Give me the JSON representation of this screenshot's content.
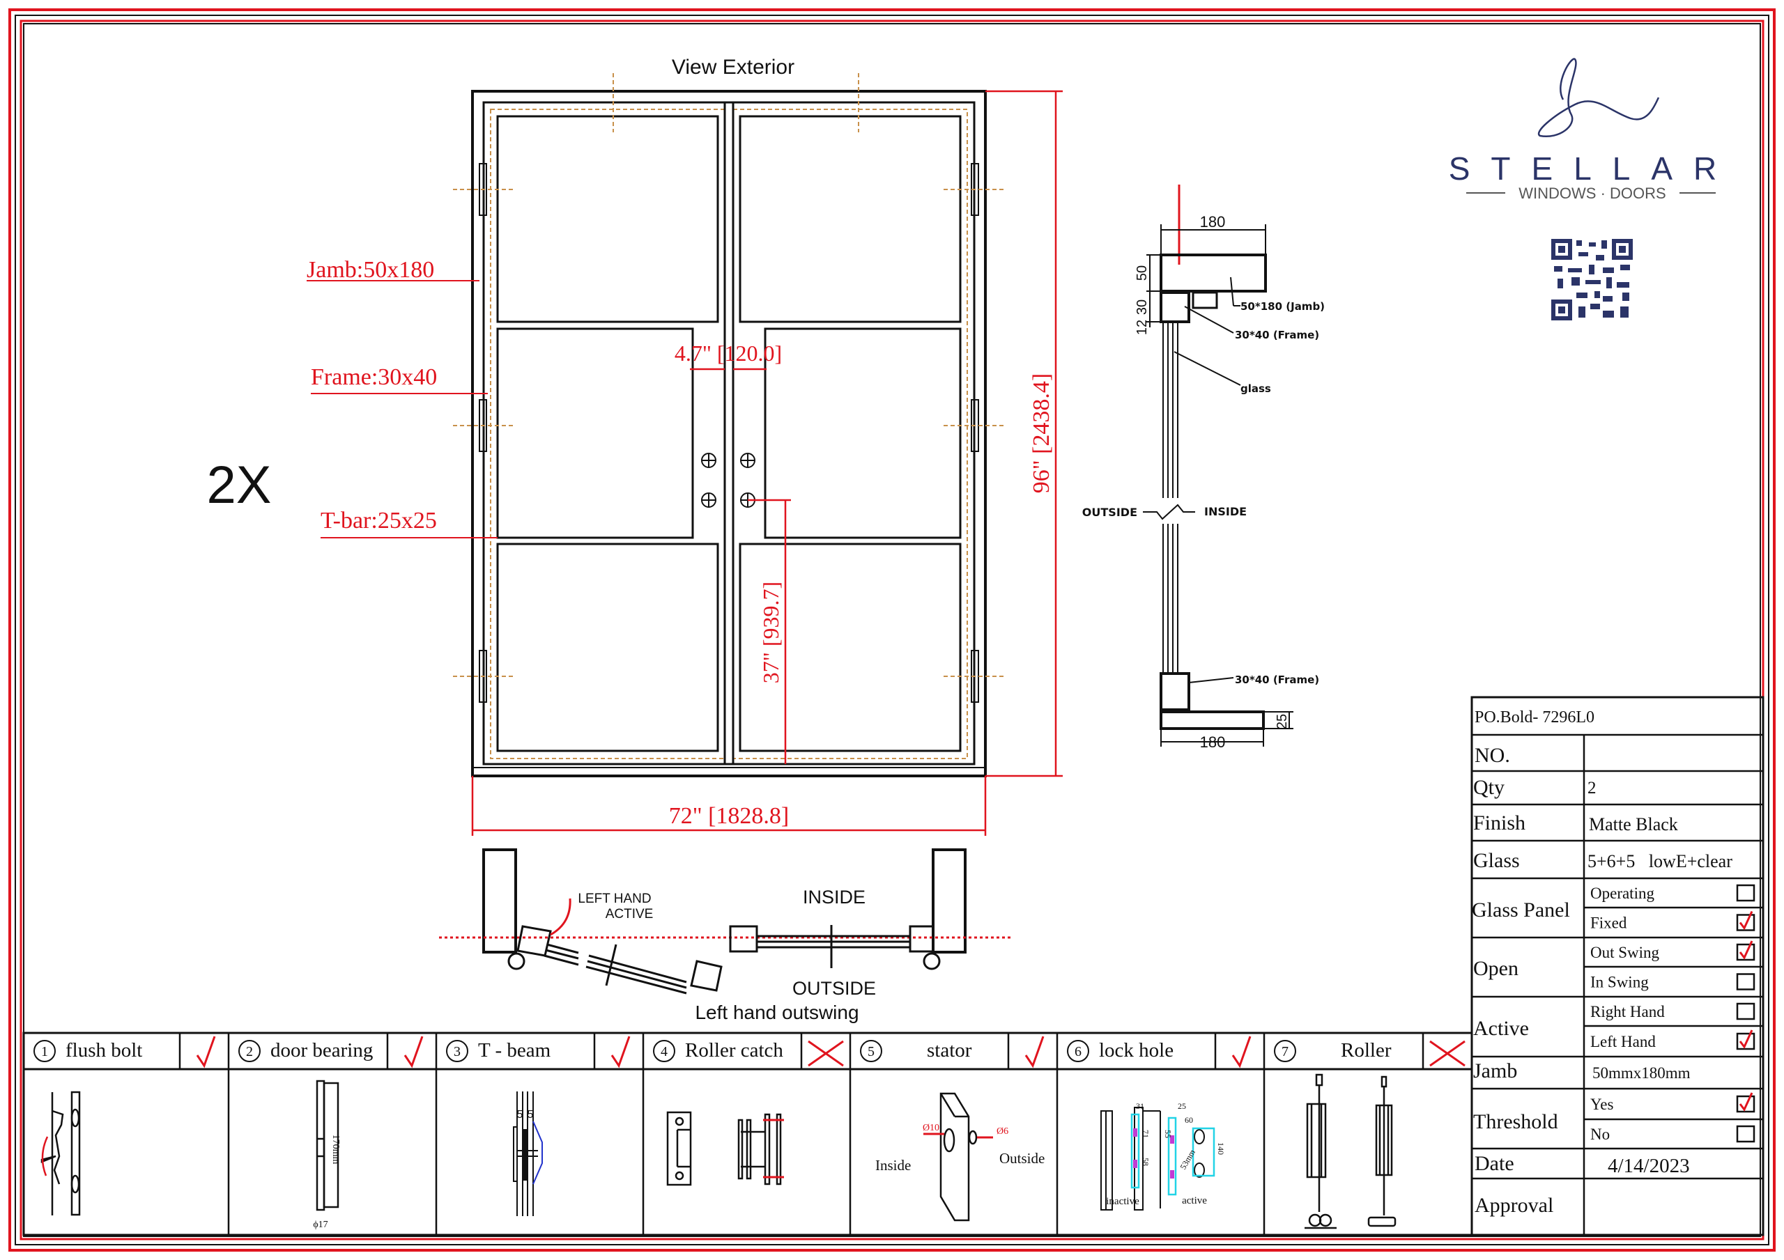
{
  "header": {
    "view_title": "View Exterior",
    "quantity_mark": "2X"
  },
  "brand": {
    "name": "STELLAR",
    "tagline": "WINDOWS · DOORS",
    "logo_icon": "script-s-logo",
    "qr_icon": "qr-code"
  },
  "elevation": {
    "labels": {
      "jamb": "Jamb:50x180",
      "frame": "Frame:30x40",
      "tbar": "T-bar:25x25"
    },
    "dimensions": {
      "height": "96\" [2438.4]",
      "width": "72\" [1828.8]",
      "mullion": "4.7\" [120.0]",
      "handle_height": "37\" [939.7]"
    }
  },
  "section": {
    "top_width": "180",
    "dim_50": "50",
    "dim_30": "30",
    "dim_12": "12",
    "jamb_label": "50*180 (Jamb)",
    "frame_label": "30*40  (Frame)",
    "glass_label": "glass",
    "outside": "OUTSIDE",
    "inside": "INSIDE",
    "bottom_frame_label": "30*40 (Frame)",
    "threshold_height": "25",
    "bottom_width": "180"
  },
  "plan": {
    "active_label_1": "LEFT HAND",
    "active_label_2": "ACTIVE",
    "inside": "INSIDE",
    "outside": "OUTSIDE",
    "caption": "Left hand outswing"
  },
  "hardware": [
    {
      "num": "1",
      "name": "flush bolt",
      "included": true
    },
    {
      "num": "2",
      "name": "door bearing",
      "included": true,
      "dim_length": "170mm",
      "dim_dia": "ϕ17"
    },
    {
      "num": "3",
      "name": "T - beam",
      "included": true,
      "dim_a": "5",
      "dim_b": "5"
    },
    {
      "num": "4",
      "name": "Roller catch",
      "included": false
    },
    {
      "num": "5",
      "name": "stator",
      "included": true,
      "dia_large": "Ø10",
      "dia_small": "Ø6",
      "inside": "Inside",
      "outside": "Outside"
    },
    {
      "num": "6",
      "name": "lock hole",
      "included": true,
      "inactive": "inactive",
      "active": "active",
      "d31": "31",
      "d71": "71",
      "d58": "58",
      "d25": "25",
      "d60": "60",
      "d55": "55",
      "d140": "140",
      "d53": "53mm"
    },
    {
      "num": "7",
      "name": "Roller",
      "included": false
    }
  ],
  "spec": {
    "po": "PO.Bold- 7296L0",
    "rows": {
      "no_label": "NO.",
      "no_value": "",
      "qty_label": "Qty",
      "qty_value": "2",
      "finish_label": "Finish",
      "finish_value": "Matte Black",
      "glass_label": "Glass",
      "glass_value": "5+6+5   lowE+clear",
      "glass_panel_label": "Glass Panel",
      "glass_panel_options": [
        {
          "label": "Operating",
          "checked": false
        },
        {
          "label": "Fixed",
          "checked": true
        }
      ],
      "open_label": "Open",
      "open_options": [
        {
          "label": "Out Swing",
          "checked": true
        },
        {
          "label": "In Swing",
          "checked": false
        }
      ],
      "active_label": "Active",
      "active_options": [
        {
          "label": "Right Hand",
          "checked": false
        },
        {
          "label": "Left Hand",
          "checked": true
        }
      ],
      "jamb_label": "Jamb",
      "jamb_value": "50mmx180mm",
      "threshold_label": "Threshold",
      "threshold_options": [
        {
          "label": "Yes",
          "checked": true
        },
        {
          "label": "No",
          "checked": false
        }
      ],
      "date_label": "Date",
      "date_value": "4/14/2023",
      "approval_label": "Approval",
      "approval_value": ""
    }
  },
  "colors": {
    "accent_red": "#e0141e",
    "brand_navy": "#2b3468",
    "guide_orange": "#c8904a",
    "highlight_cyan": "#22d3e6"
  }
}
